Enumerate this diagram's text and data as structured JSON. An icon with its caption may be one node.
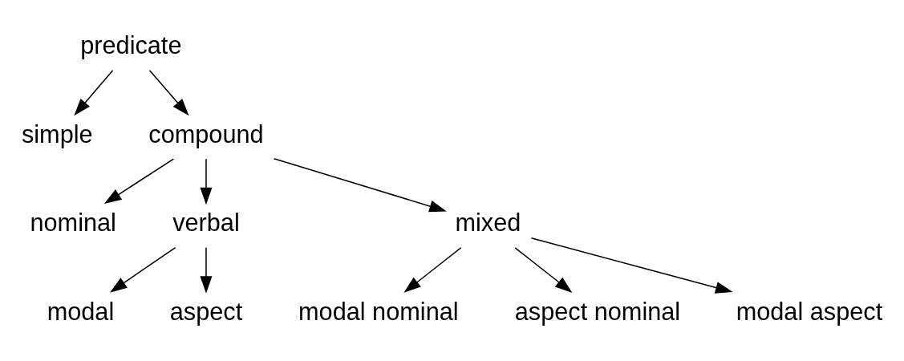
{
  "diagram": {
    "nodes": [
      {
        "text": [
          "predicate"
        ]
      },
      {
        "text": [
          "simple"
        ]
      },
      {
        "text": [
          "compound"
        ]
      },
      {
        "text": [
          "nominal"
        ]
      },
      {
        "text": [
          "verbal"
        ]
      },
      {
        "text": [
          "mixed"
        ]
      },
      {
        "text": [
          "modal"
        ]
      },
      {
        "text": [
          "aspect"
        ]
      },
      {
        "text": [
          "modal nominal"
        ]
      },
      {
        "text": [
          "aspect nominal"
        ]
      },
      {
        "text": [
          "modal aspect"
        ]
      }
    ],
    "edges": [
      {
        "from": 0,
        "to": 1,
        "arrow": "to"
      },
      {
        "from": 0,
        "to": 2,
        "arrow": "to"
      },
      {
        "from": 2,
        "to": 3,
        "arrow": "to"
      },
      {
        "from": 2,
        "to": 4,
        "arrow": "to"
      },
      {
        "from": 2,
        "to": 5,
        "arrow": "to"
      },
      {
        "from": 4,
        "to": 6,
        "arrow": "to"
      },
      {
        "from": 4,
        "to": 7,
        "arrow": "to"
      },
      {
        "from": 5,
        "to": 8,
        "arrow": "to"
      },
      {
        "from": 5,
        "to": 9,
        "arrow": "to"
      },
      {
        "from": 5,
        "to": 10,
        "arrow": "to"
      }
    ]
  }
}
